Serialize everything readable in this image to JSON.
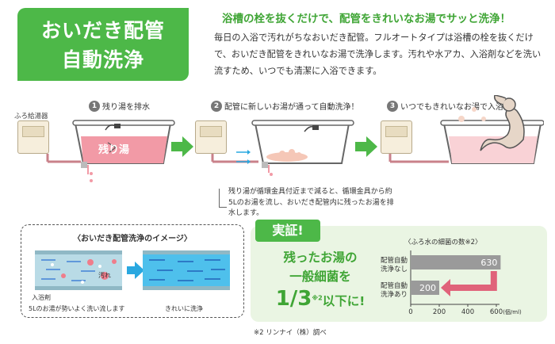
{
  "title_badge": {
    "line1": "おいだき配管",
    "line2": "自動洗浄"
  },
  "headline": "浴槽の栓を抜くだけで、配管をきれいなお湯でサッと洗浄！",
  "intro": "毎日の入浴で汚れがちなおいだき配管。フルオートタイプは浴槽の栓を抜くだけで、おいだき配管をきれいなお湯で洗浄します。汚れや水アカ、入浴剤などを洗い流すため、いつでも清潔に入浴できます。",
  "heater_label": "ふろ給湯器",
  "steps": [
    {
      "num": "1",
      "text": "残り湯を排水"
    },
    {
      "num": "2",
      "text": "配管に新しいお湯が通って自動洗浄！"
    },
    {
      "num": "3",
      "text": "いつでもきれいなお湯で入浴。"
    }
  ],
  "tub_label": "残り湯",
  "note": "残り湯が循環金具付近まで減ると、循環金具から約5Lのお湯を流し、おいだき配管内に残ったお湯を排水します。",
  "image_box": {
    "caption": "〈おいだき配管洗浄のイメージ〉",
    "label_bath_agent": "入浴剤",
    "label_dirt": "汚れ",
    "label_flush": "5Lのお湯が勢いよく洗い流します",
    "label_clean": "きれいに洗浄"
  },
  "proof": {
    "tag": "実証!",
    "line1": "残ったお湯の",
    "line2": "一般細菌を",
    "big": "1/3",
    "sup": "※2",
    "tail": "以下に!"
  },
  "chart_data": {
    "type": "bar",
    "title": "〈ふろ水の細菌の数※2〉",
    "categories": [
      "配管自動洗浄なし",
      "配管自動洗浄あり"
    ],
    "category_lines": [
      [
        "配管自動",
        "洗浄なし"
      ],
      [
        "配管自動",
        "洗浄あり"
      ]
    ],
    "values": [
      630,
      200
    ],
    "xlim": [
      0,
      600
    ],
    "xticks": [
      0,
      200,
      400,
      600
    ],
    "xticklabels": [
      "0",
      "200",
      "400",
      "600"
    ],
    "unit": "(個/ml)",
    "bar_color": "#9a9a9a",
    "arrow_color": "#e0637a"
  },
  "footnote": "※2 リンナイ（株）調べ",
  "colors": {
    "brand_green": "#4db848",
    "water_pink": "#f29aa6",
    "flow_blue": "#29a8e0"
  }
}
